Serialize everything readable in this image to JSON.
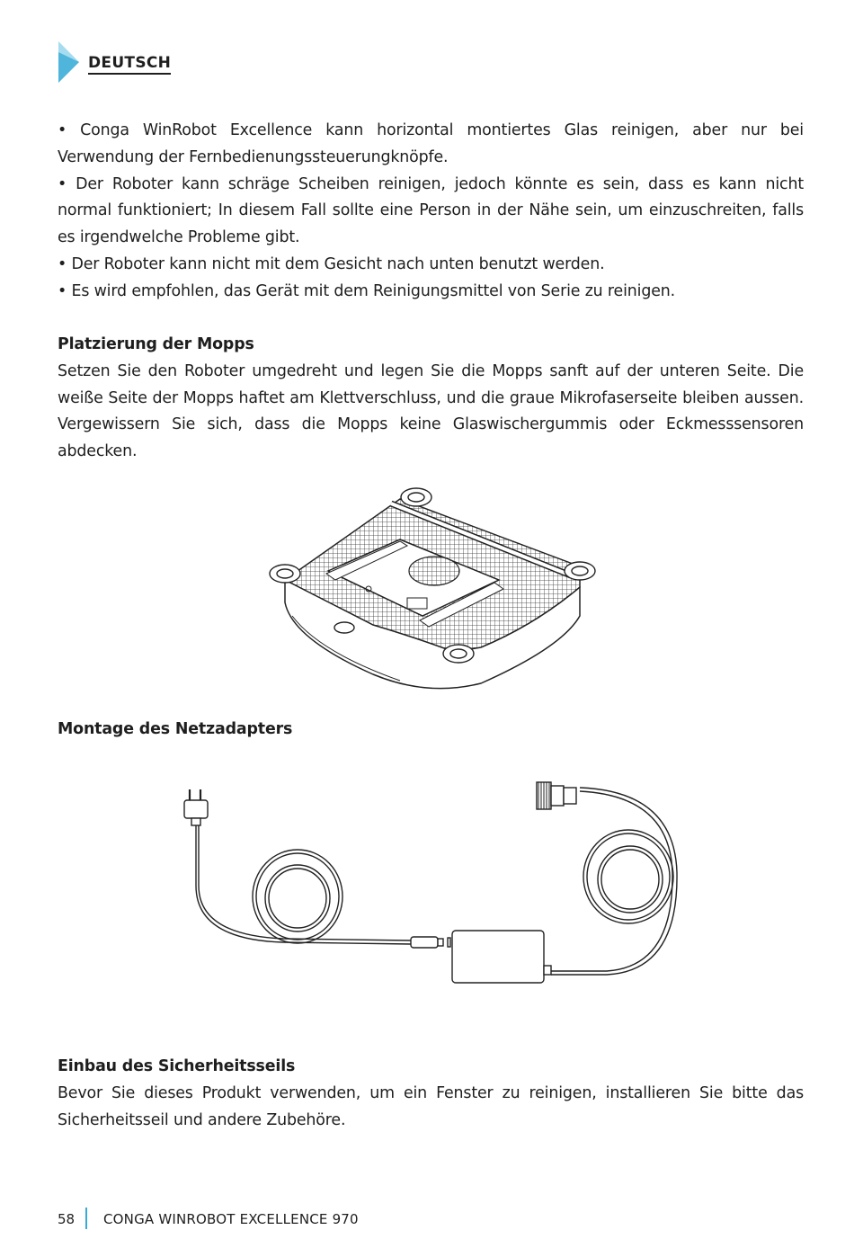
{
  "header": {
    "language": "DEUTSCH",
    "accent_color": "#5bbfe0"
  },
  "intro": {
    "bullets": [
      "• Conga WinRobot Excellence kann horizontal montiertes Glas reinigen, aber nur bei Verwendung der Fernbedienungssteuerungknöpfe.",
      "• Der Roboter kann schräge Scheiben reinigen, jedoch könnte es sein, dass es kann nicht normal funktioniert; In diesem Fall sollte eine Person in der Nähe sein, um einzuschreiten, falls es irgendwelche Probleme gibt.",
      "• Der Roboter kann nicht mit dem Gesicht nach unten benutzt werden.",
      "• Es wird empfohlen, das Gerät mit dem Reinigungsmittel von Serie zu reinigen."
    ]
  },
  "mops_section": {
    "heading": "Platzierung der Mopps",
    "body": "Setzen Sie den Roboter umgedreht und legen Sie die Mopps sanft auf der unteren Seite. Die weiße Seite der Mopps haftet am Klettverschluss, und die graue Mikrofaserseite bleiben aussen. Vergewissern Sie sich, dass die Mopps keine Glaswischergummis oder Eckmesssensoren abdecken."
  },
  "adapter_section": {
    "heading": "Montage des Netzadapters"
  },
  "rope_section": {
    "heading": "Einbau des Sicherheitsseils",
    "body": "Bevor Sie dieses Produkt verwenden, um ein Fenster zu reinigen, installieren Sie bitte das Sicherheitsseil und andere Zubehöre."
  },
  "footer": {
    "page_number": "58",
    "product_name": "CONGA WINROBOT EXCELLENCE 970",
    "divider_color": "#39a9d6"
  }
}
